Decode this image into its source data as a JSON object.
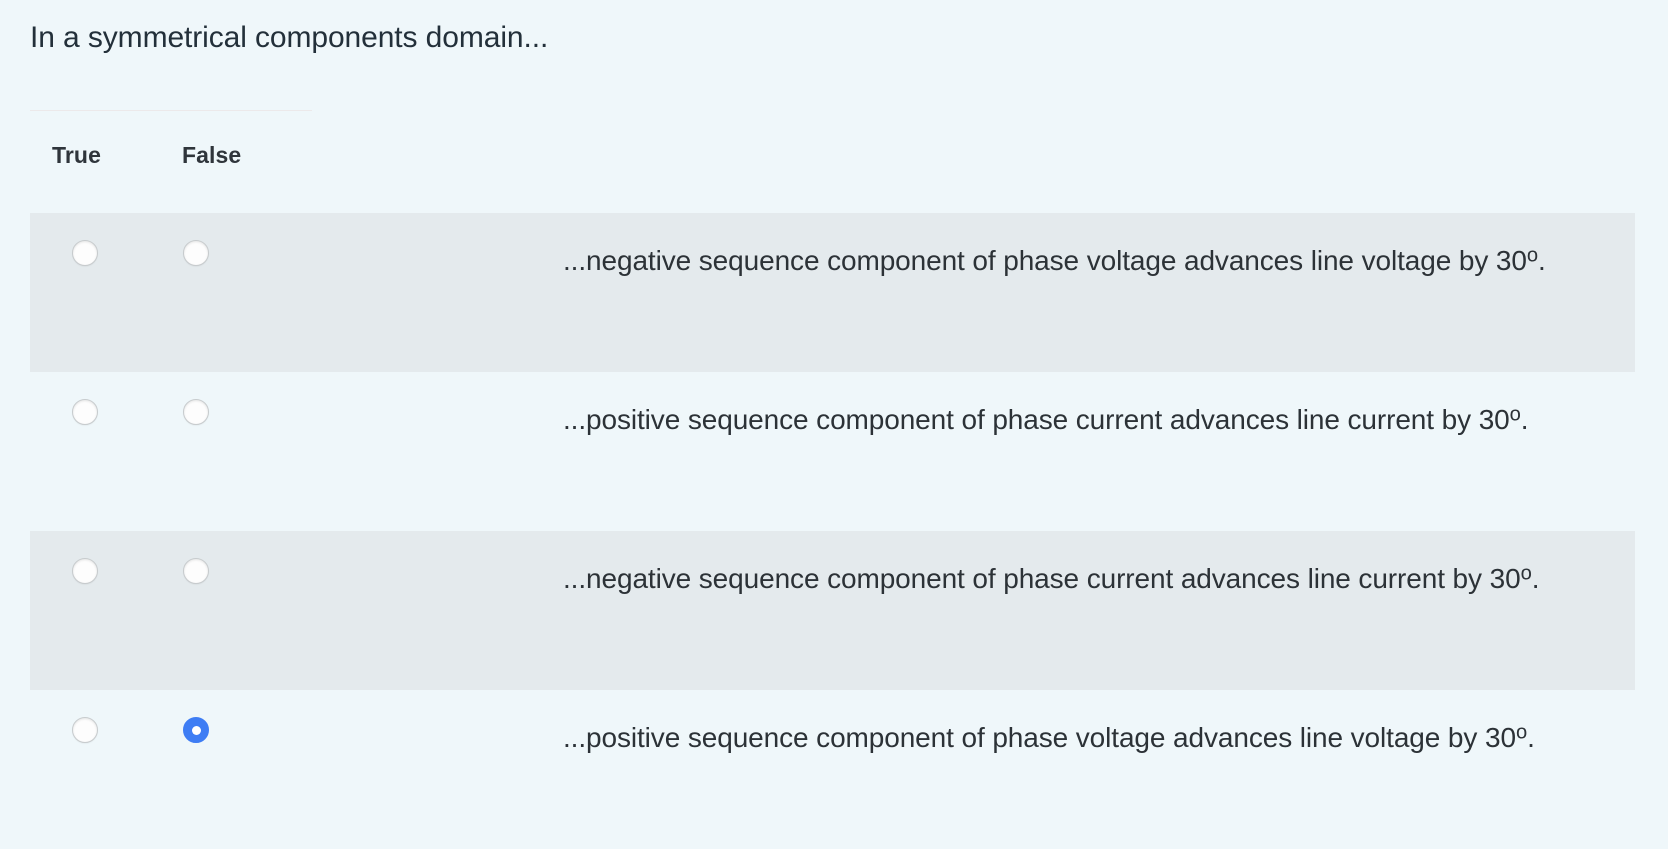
{
  "question": {
    "stem": "In a symmetrical components domain..."
  },
  "columns": {
    "true_label": "True",
    "false_label": "False"
  },
  "options": [
    {
      "text_before_degree": "...negative sequence component of phase voltage advances line voltage by 30",
      "degree_symbol": "o",
      "text_after_degree": ".",
      "true_selected": false,
      "false_selected": false,
      "shaded": true
    },
    {
      "text_before_degree": "...positive sequence component of phase current advances line current by 30",
      "degree_symbol": "o",
      "text_after_degree": ".",
      "true_selected": false,
      "false_selected": false,
      "shaded": false
    },
    {
      "text_before_degree": "...negative sequence component of phase current advances line current by 30",
      "degree_symbol": "o",
      "text_after_degree": ".",
      "true_selected": false,
      "false_selected": false,
      "shaded": true
    },
    {
      "text_before_degree": "...positive sequence component of phase voltage advances line voltage by 30",
      "degree_symbol": "o",
      "text_after_degree": ".",
      "true_selected": false,
      "false_selected": true,
      "shaded": false
    }
  ],
  "colors": {
    "page_background": "#eff7fa",
    "row_shaded_background": "#e4eaed",
    "text": "#2c3237",
    "heading_text": "#23303a",
    "selected_radio": "#3e7df4",
    "radio_border": "#c7cbcd",
    "divider": "#ece9ea"
  }
}
